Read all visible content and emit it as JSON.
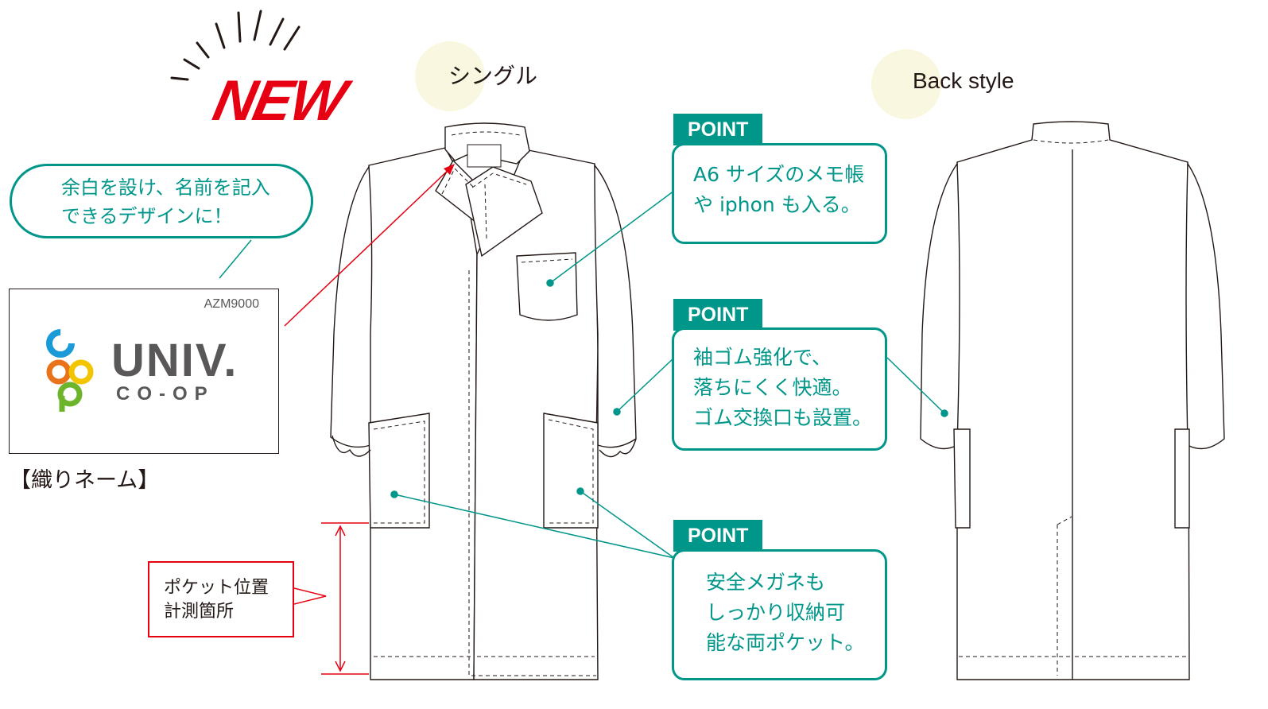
{
  "new_badge": {
    "text": "NEW",
    "color": "#e60012"
  },
  "front_view": {
    "title": "シングル"
  },
  "back_view": {
    "title": "Back style"
  },
  "name_tag_callout": {
    "lines": [
      "余白を設け、名前を記入",
      "できるデザインに！"
    ]
  },
  "name_tag": {
    "model_code": "AZM9000",
    "logo_main": "UNIV.",
    "logo_sub": "CO-OP",
    "caption": "【織りネーム】"
  },
  "points": [
    {
      "tag": "POINT",
      "lines": [
        "A6 サイズのメモ帳",
        "や iphon も入る。"
      ]
    },
    {
      "tag": "POINT",
      "lines": [
        "袖ゴム強化で、",
        "落ちにくく快適。",
        "ゴム交換口も設置。"
      ]
    },
    {
      "tag": "POINT",
      "lines": [
        "安全メガネも",
        "しっかり収納可",
        "能な両ポケット。"
      ]
    }
  ],
  "pocket_measure": {
    "lines": [
      "ポケット位置",
      "計測箇所"
    ]
  },
  "colors": {
    "teal": "#00968a",
    "red": "#e60012",
    "circle": "#faf7e0",
    "logo_gray": "#595757"
  }
}
